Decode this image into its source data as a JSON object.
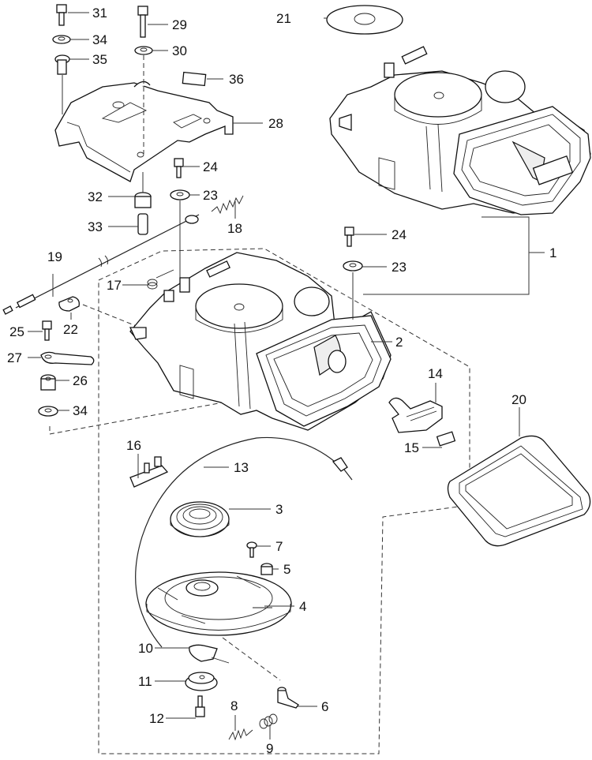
{
  "diagram": {
    "type": "exploded-parts-diagram",
    "subject": "recoil starter assembly",
    "callouts": [
      {
        "id": "c1",
        "label": "1"
      },
      {
        "id": "c2",
        "label": "2"
      },
      {
        "id": "c3",
        "label": "3"
      },
      {
        "id": "c4",
        "label": "4"
      },
      {
        "id": "c5",
        "label": "5"
      },
      {
        "id": "c6",
        "label": "6"
      },
      {
        "id": "c7",
        "label": "7"
      },
      {
        "id": "c8",
        "label": "8"
      },
      {
        "id": "c9",
        "label": "9"
      },
      {
        "id": "c10",
        "label": "10"
      },
      {
        "id": "c11",
        "label": "11"
      },
      {
        "id": "c12",
        "label": "12"
      },
      {
        "id": "c13",
        "label": "13"
      },
      {
        "id": "c14",
        "label": "14"
      },
      {
        "id": "c15",
        "label": "15"
      },
      {
        "id": "c16",
        "label": "16"
      },
      {
        "id": "c17",
        "label": "17"
      },
      {
        "id": "c18",
        "label": "18"
      },
      {
        "id": "c19",
        "label": "19"
      },
      {
        "id": "c20",
        "label": "20"
      },
      {
        "id": "c21",
        "label": "21"
      },
      {
        "id": "c22",
        "label": "22"
      },
      {
        "id": "c23a",
        "label": "23"
      },
      {
        "id": "c23b",
        "label": "23"
      },
      {
        "id": "c24a",
        "label": "24"
      },
      {
        "id": "c24b",
        "label": "24"
      },
      {
        "id": "c25",
        "label": "25"
      },
      {
        "id": "c26",
        "label": "26"
      },
      {
        "id": "c27",
        "label": "27"
      },
      {
        "id": "c28",
        "label": "28"
      },
      {
        "id": "c29",
        "label": "29"
      },
      {
        "id": "c30",
        "label": "30"
      },
      {
        "id": "c31",
        "label": "31"
      },
      {
        "id": "c32",
        "label": "32"
      },
      {
        "id": "c33",
        "label": "33"
      },
      {
        "id": "c34a",
        "label": "34"
      },
      {
        "id": "c34b",
        "label": "34"
      },
      {
        "id": "c35",
        "label": "35"
      },
      {
        "id": "c36",
        "label": "36"
      }
    ]
  }
}
